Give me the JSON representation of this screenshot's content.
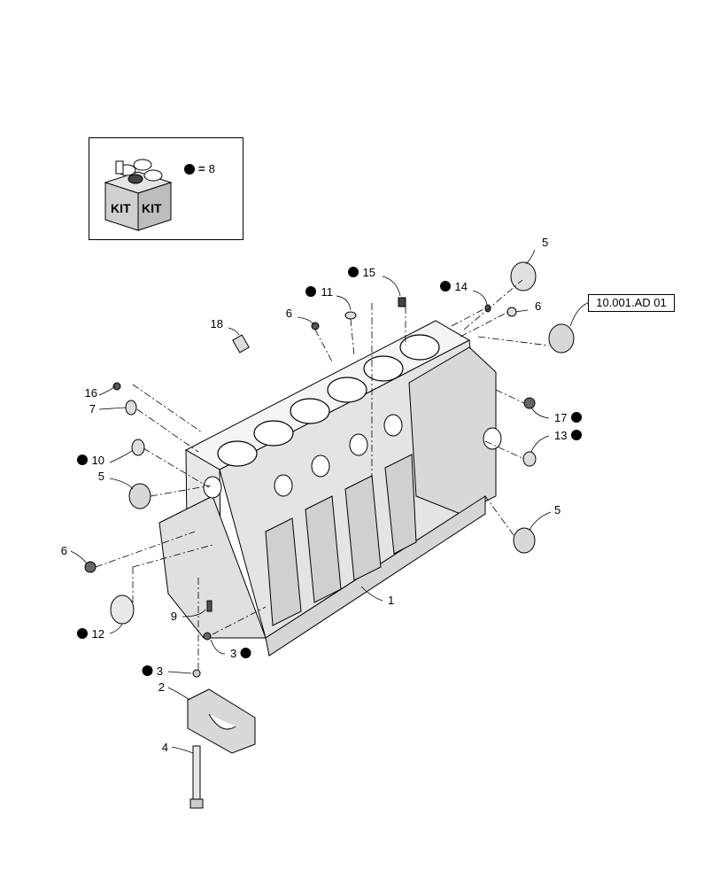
{
  "kit": {
    "box_label_left": "KIT",
    "box_label_right": "KIT",
    "legend_equals": "=",
    "legend_value": "8"
  },
  "reference": {
    "label": "10.001.AD 01"
  },
  "callouts": [
    {
      "id": "c5a",
      "number": "5",
      "kit": false
    },
    {
      "id": "c15",
      "number": "15",
      "kit": true
    },
    {
      "id": "c11",
      "number": "11",
      "kit": true
    },
    {
      "id": "c14",
      "number": "14",
      "kit": true
    },
    {
      "id": "c6a",
      "number": "6",
      "kit": false
    },
    {
      "id": "c6b",
      "number": "6",
      "kit": false
    },
    {
      "id": "c18",
      "number": "18",
      "kit": false
    },
    {
      "id": "c16",
      "number": "16",
      "kit": false
    },
    {
      "id": "c7",
      "number": "7",
      "kit": false
    },
    {
      "id": "c17",
      "number": "17",
      "kit": true
    },
    {
      "id": "c13",
      "number": "13",
      "kit": true
    },
    {
      "id": "c10",
      "number": "10",
      "kit": true
    },
    {
      "id": "c5b",
      "number": "5",
      "kit": false
    },
    {
      "id": "c5c",
      "number": "5",
      "kit": false
    },
    {
      "id": "c6c",
      "number": "6",
      "kit": false
    },
    {
      "id": "c1",
      "number": "1",
      "kit": false
    },
    {
      "id": "c12",
      "number": "12",
      "kit": true
    },
    {
      "id": "c9",
      "number": "9",
      "kit": false
    },
    {
      "id": "c3a",
      "number": "3",
      "kit": true
    },
    {
      "id": "c3b",
      "number": "3",
      "kit": true
    },
    {
      "id": "c2",
      "number": "2",
      "kit": false
    },
    {
      "id": "c4",
      "number": "4",
      "kit": false
    }
  ]
}
